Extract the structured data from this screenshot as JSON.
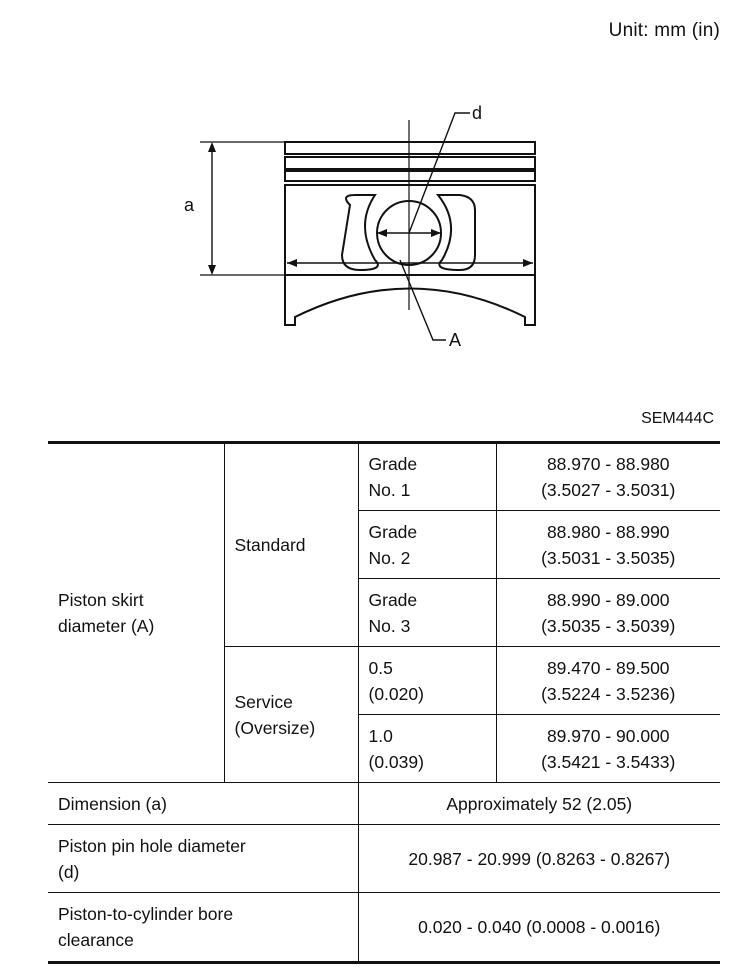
{
  "unit": "Unit: mm (in)",
  "figure": {
    "labels": {
      "d": "d",
      "a": "a",
      "A": "A"
    },
    "code": "SEM444C"
  },
  "table": {
    "skirt_label": [
      "Piston skirt",
      "diameter (A)"
    ],
    "standard": "Standard",
    "service": [
      "Service",
      "(Oversize)"
    ],
    "grades": [
      {
        "name": [
          "Grade",
          "No. 1"
        ],
        "value": [
          "88.970 - 88.980",
          "(3.5027 - 3.5031)"
        ]
      },
      {
        "name": [
          "Grade",
          "No. 2"
        ],
        "value": [
          "88.980 - 88.990",
          "(3.5031 - 3.5035)"
        ]
      },
      {
        "name": [
          "Grade",
          "No. 3"
        ],
        "value": [
          "88.990 - 89.000",
          "(3.5035 - 3.5039)"
        ]
      }
    ],
    "oversize": [
      {
        "name": [
          "0.5",
          "(0.020)"
        ],
        "value": [
          "89.470 - 89.500",
          "(3.5224 - 3.5236)"
        ]
      },
      {
        "name": [
          "1.0",
          "(0.039)"
        ],
        "value": [
          "89.970 - 90.000",
          "(3.5421 - 3.5433)"
        ]
      }
    ],
    "dimension": {
      "label": "Dimension (a)",
      "value": "Approximately 52 (2.05)"
    },
    "pin_hole": {
      "label": [
        "Piston pin hole diameter",
        "(d)"
      ],
      "value": "20.987 - 20.999 (0.8263 - 0.8267)"
    },
    "clearance": {
      "label": [
        "Piston-to-cylinder bore",
        "clearance"
      ],
      "value": "0.020 - 0.040 (0.0008 - 0.0016)"
    }
  }
}
